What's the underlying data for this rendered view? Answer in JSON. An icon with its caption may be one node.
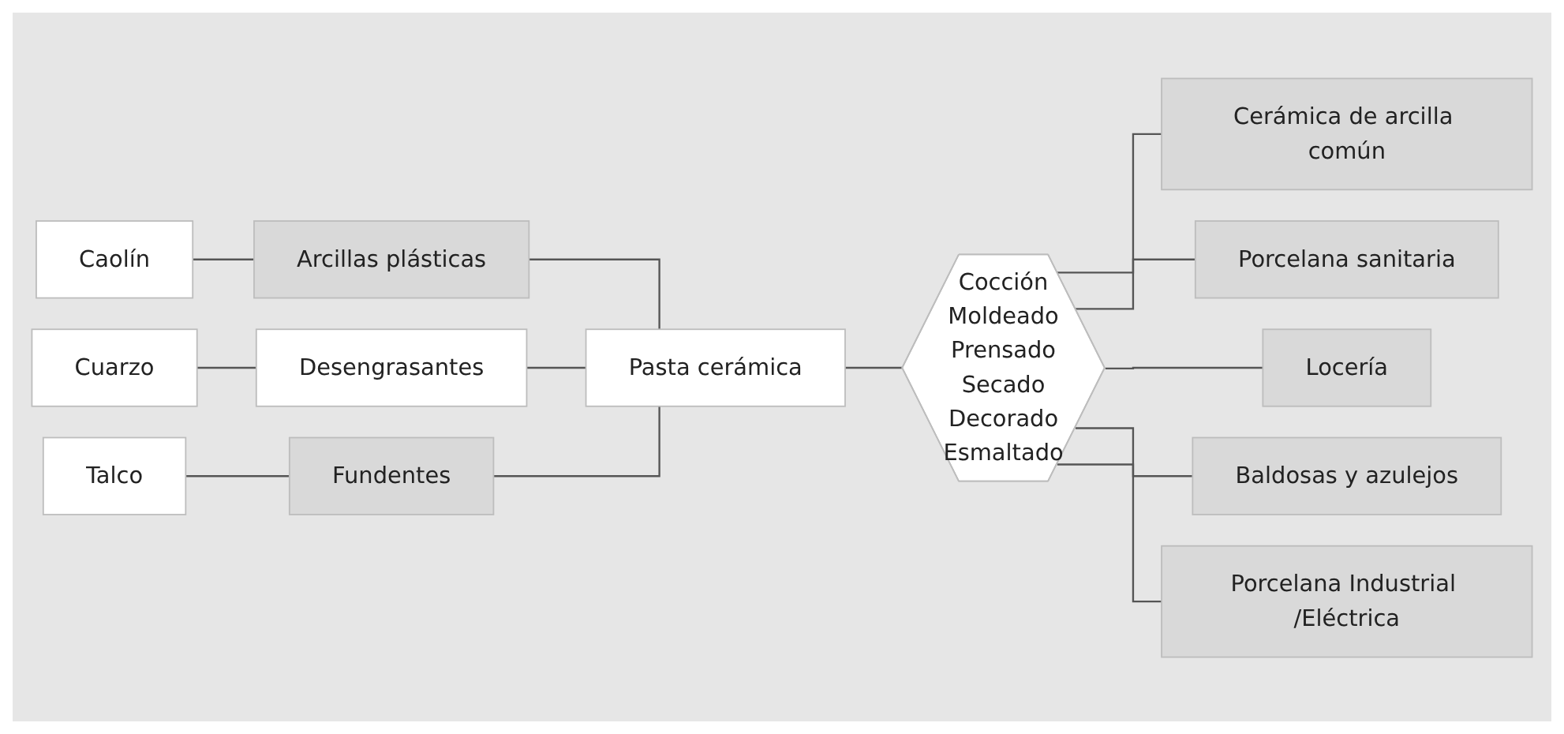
{
  "diagram": {
    "nodes": [
      {
        "text": [
          "Caolín"
        ]
      },
      {
        "text": [
          "Cuarzo"
        ]
      },
      {
        "text": [
          "Talco"
        ]
      },
      {
        "text": [
          "Arcillas plásticas"
        ]
      },
      {
        "text": [
          "Desengrasantes"
        ]
      },
      {
        "text": [
          "Fundentes"
        ]
      },
      {
        "text": [
          "Pasta cerámica"
        ]
      },
      {
        "text": [
          "Cocción",
          "Moldeado",
          "Prensado",
          "Secado",
          "Decorado",
          "Esmaltado"
        ]
      },
      {
        "text": [
          "Cerámica de arcilla común"
        ]
      },
      {
        "text": [
          "Porcelana sanitaria"
        ]
      },
      {
        "text": [
          "Locería"
        ]
      },
      {
        "text": [
          "Baldosas y azulejos"
        ]
      },
      {
        "text": [
          "Porcelana Industrial /Eléctrica"
        ]
      }
    ],
    "edges": [
      {
        "from": 0,
        "to": 3,
        "arrow": "none"
      },
      {
        "from": 1,
        "to": 4,
        "arrow": "none"
      },
      {
        "from": 2,
        "to": 5,
        "arrow": "none"
      },
      {
        "from": 3,
        "to": 6,
        "arrow": "none"
      },
      {
        "from": 4,
        "to": 6,
        "arrow": "none"
      },
      {
        "from": 5,
        "to": 6,
        "arrow": "none"
      },
      {
        "from": 6,
        "to": 7,
        "arrow": "none"
      },
      {
        "from": 7,
        "to": 8,
        "arrow": "none"
      },
      {
        "from": 7,
        "to": 9,
        "arrow": "none"
      },
      {
        "from": 7,
        "to": 10,
        "arrow": "none"
      },
      {
        "from": 7,
        "to": 11,
        "arrow": "none"
      },
      {
        "from": 7,
        "to": 12,
        "arrow": "none"
      }
    ]
  }
}
